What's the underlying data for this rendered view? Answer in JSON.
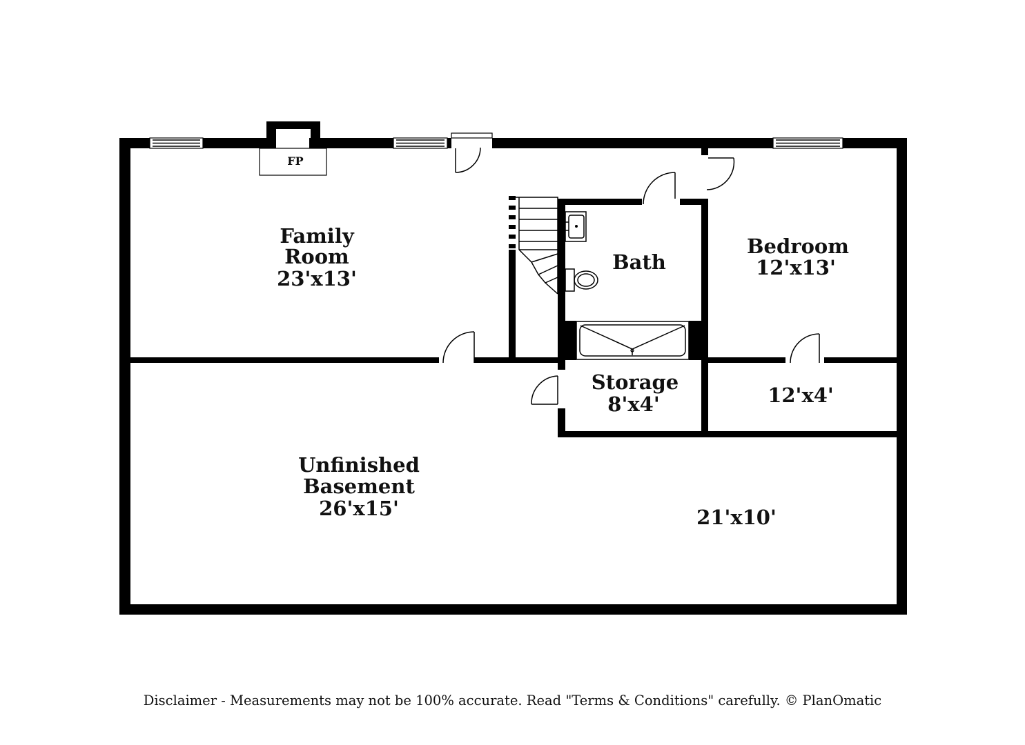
{
  "plan": {
    "wall_color": "#000000",
    "background": "#ffffff",
    "rooms": {
      "family_room": {
        "name_line1": "Family",
        "name_line2": "Room",
        "dims": "23'x13'"
      },
      "bath": {
        "name": "Bath"
      },
      "bedroom": {
        "name": "Bedroom",
        "dims": "12'x13'"
      },
      "storage": {
        "name": "Storage",
        "dims": "8'x4'"
      },
      "closet": {
        "dims": "12'x4'"
      },
      "unfinished_basement": {
        "name_line1": "Unfinished",
        "name_line2": "Basement",
        "dims": "26'x15'"
      },
      "basement_east": {
        "dims": "21'x10'"
      }
    },
    "fireplace": {
      "label": "FP"
    }
  },
  "footer": {
    "disclaimer": "Disclaimer - Measurements may not be 100% accurate. Read \"Terms & Conditions\" carefully. © PlanOmatic"
  }
}
